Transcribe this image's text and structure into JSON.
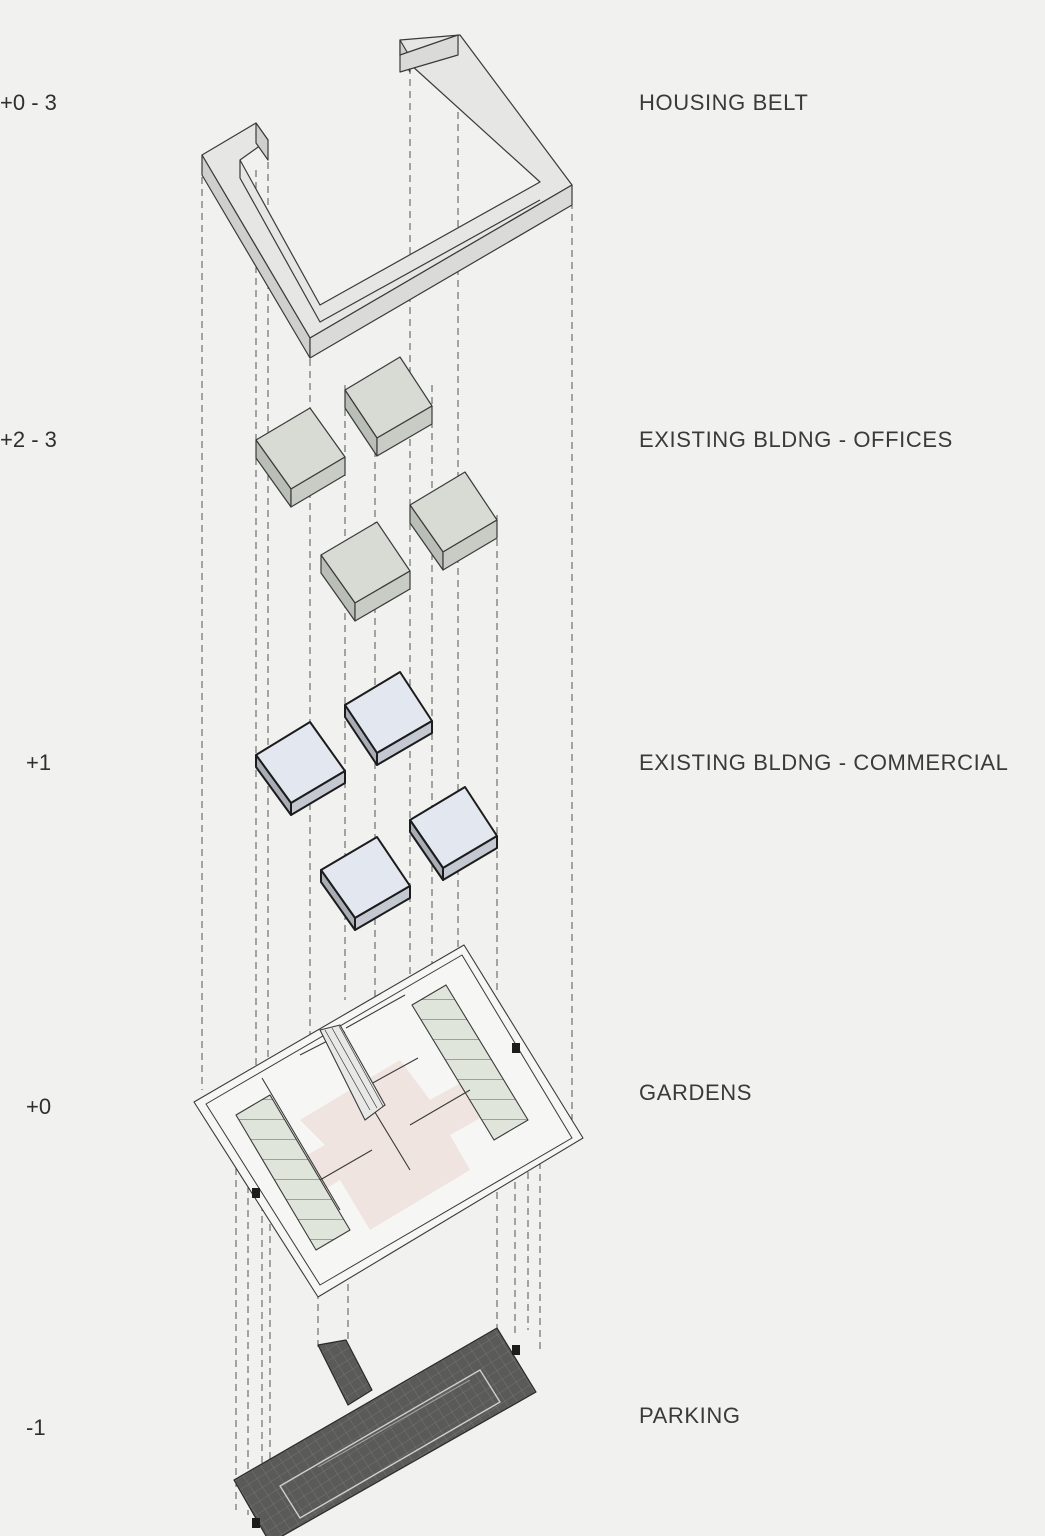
{
  "layers": [
    {
      "id": "housing",
      "level": "+0 - 3",
      "label": "HOUSING BELT"
    },
    {
      "id": "offices",
      "level": "+2 - 3",
      "label": "EXISTING BLDNG - OFFICES"
    },
    {
      "id": "commercial",
      "level": "+1",
      "label": "EXISTING BLDNG - COMMERCIAL"
    },
    {
      "id": "gardens",
      "level": "+0",
      "label": "GARDENS"
    },
    {
      "id": "parking",
      "level": "-1",
      "label": "PARKING"
    }
  ],
  "colors": {
    "background": "#f1f1ef",
    "housing_fill": "#e6e6e4",
    "office_fill": "#d7dbd3",
    "commercial_fill": "#e3e7ef",
    "garden_stripe": "#dfe5db",
    "garden_plaza": "#efe4df",
    "parking_fill": "#5a5a58",
    "line": "#3a3a3a"
  }
}
